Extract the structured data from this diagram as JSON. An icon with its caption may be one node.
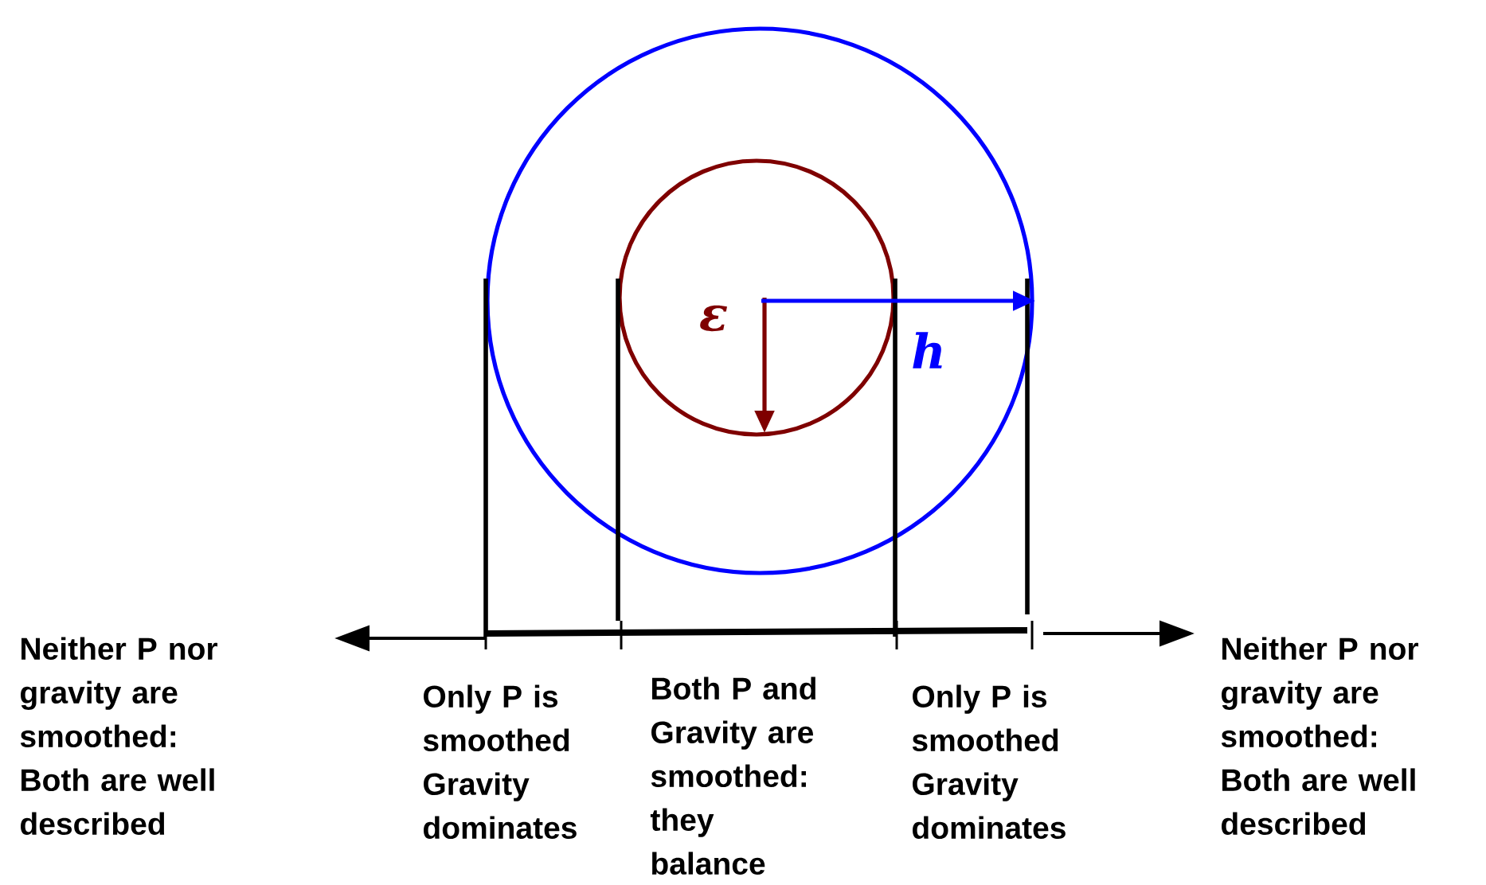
{
  "diagram": {
    "labels": [
      "ε",
      "h",
      "Neither P nor gravity are smoothed: Both are well described",
      "Only P is smoothed Gravity dominates",
      "Both P and Gravity are smoothed: they balance",
      "Only P is smoothed Gravity dominates",
      "Neither P nor gravity are smoothed: Both are well described"
    ]
  }
}
